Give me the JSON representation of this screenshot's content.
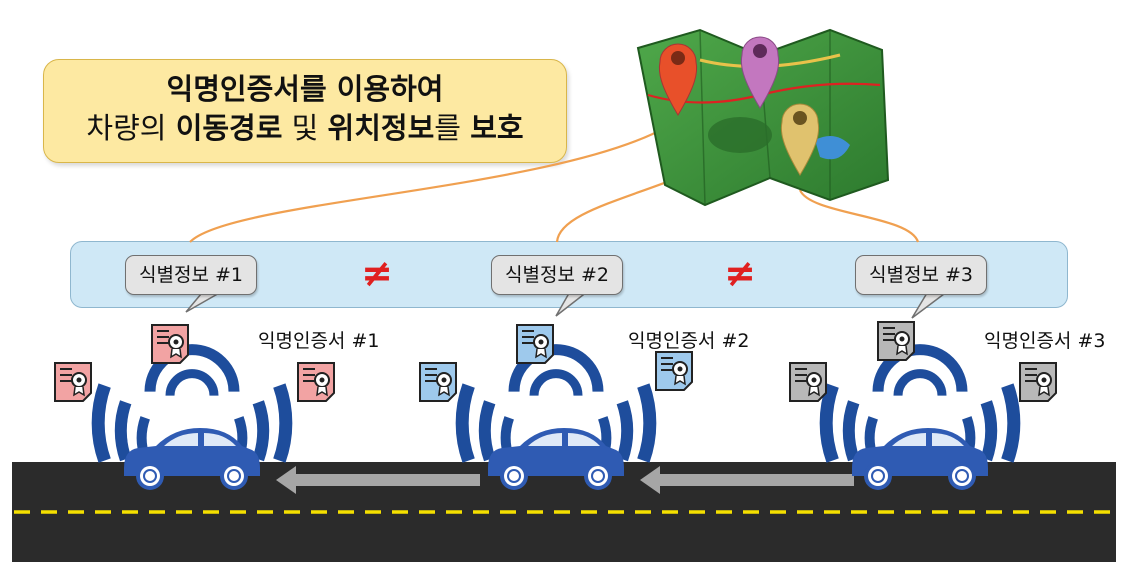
{
  "title": {
    "line1": "익명인증서를 이용하여",
    "line2_prefix": "차량의 ",
    "line2_bold1": "이동경로",
    "line2_mid": " 및 ",
    "line2_bold2": "위치정보",
    "line2_mid2": "를 ",
    "line2_bold3": "보호"
  },
  "identifiers": [
    {
      "label": "식별정보 #1"
    },
    {
      "label": "식별정보 #2"
    },
    {
      "label": "식별정보 #3"
    }
  ],
  "not_equal_symbol": "≠",
  "certificates": [
    {
      "label": "익명인증서 #1",
      "color": "#f2a3a3"
    },
    {
      "label": "익명인증서 #2",
      "color": "#9ec9ec"
    },
    {
      "label": "익명인증서 #3",
      "color": "#b8b8b8"
    }
  ],
  "colors": {
    "car": "#2f5bb3",
    "wifi": "#1e4d9c",
    "connector": "#f0a050",
    "road_line": "#f5e000",
    "arrow": "#a6a6a6",
    "neq": "#e02020"
  },
  "icons": [
    "map-icon",
    "location-pin-icon",
    "certificate-icon",
    "car-icon",
    "wifi-signal-icon"
  ]
}
